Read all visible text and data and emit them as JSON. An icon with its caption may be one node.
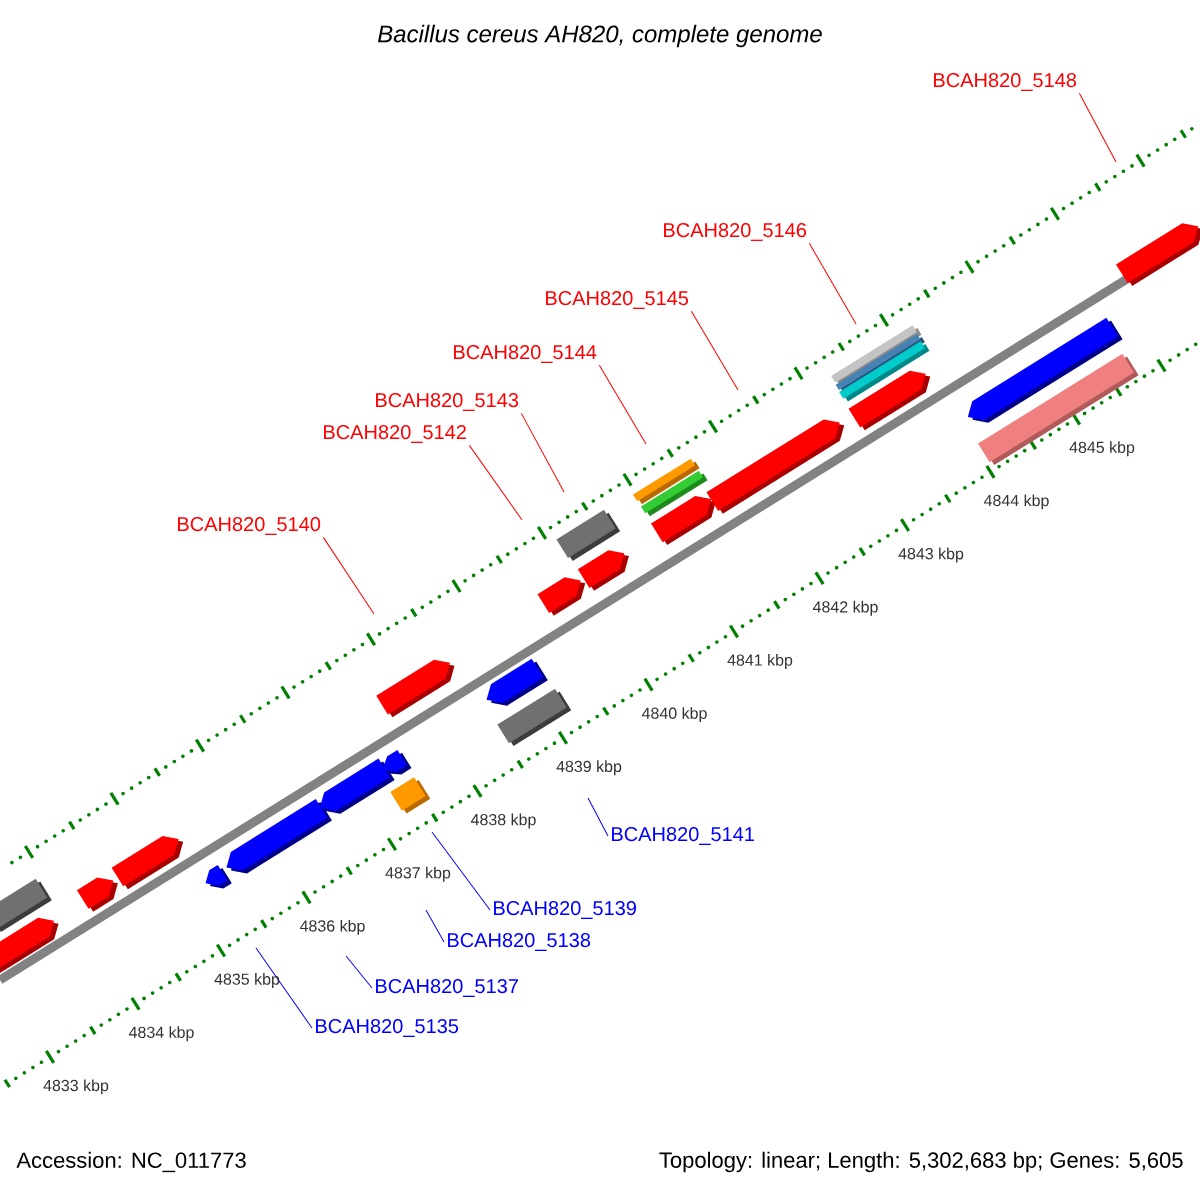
{
  "diagram": {
    "title": "Bacillus cereus AH820, complete genome",
    "nodes": [
      {
        "text": [
          "BCAH820_5148"
        ]
      },
      {
        "text": [
          "BCAH820_5146"
        ]
      },
      {
        "text": [
          "BCAH820_5145"
        ]
      },
      {
        "text": [
          "BCAH820_5144"
        ]
      },
      {
        "text": [
          "BCAH820_5143"
        ]
      },
      {
        "text": [
          "BCAH820_5142"
        ]
      },
      {
        "text": [
          "BCAH820_5140"
        ]
      },
      {
        "text": [
          "BCAH820_5141"
        ]
      },
      {
        "text": [
          "BCAH820_5139"
        ]
      },
      {
        "text": [
          "BCAH820_5138"
        ]
      },
      {
        "text": [
          "BCAH820_5137"
        ]
      },
      {
        "text": [
          "BCAH820_5135"
        ]
      }
    ],
    "edges": [
      {
        "from": 0,
        "to": null,
        "arrow": "none"
      },
      {
        "from": 1,
        "to": null,
        "arrow": "none"
      },
      {
        "from": 2,
        "to": null,
        "arrow": "none"
      },
      {
        "from": 3,
        "to": null,
        "arrow": "none"
      },
      {
        "from": 4,
        "to": null,
        "arrow": "none"
      },
      {
        "from": 5,
        "to": null,
        "arrow": "none"
      },
      {
        "from": 6,
        "to": null,
        "arrow": "none"
      },
      {
        "from": 7,
        "to": null,
        "arrow": "none",
        "color": "#0000ff"
      },
      {
        "from": 8,
        "to": null,
        "arrow": "none",
        "color": "#0000ff"
      },
      {
        "from": 9,
        "to": null,
        "arrow": "none",
        "color": "#0000ff"
      },
      {
        "from": 10,
        "to": null,
        "arrow": "none",
        "color": "#0000ff"
      },
      {
        "from": 11,
        "to": null,
        "arrow": "none",
        "color": "#0000ff"
      }
    ],
    "labels": [
      "4845 kbp",
      "4844 kbp",
      "4843 kbp",
      "4842 kbp",
      "4841 kbp",
      "4840 kbp",
      "4839 kbp",
      "4838 kbp",
      "4837 kbp",
      "4836 kbp",
      "4835 kbp",
      "4834 kbp",
      "4833 kbp",
      "Accession: NC_011773",
      "Topology: linear; Length: 5,302,683 bp; Genes: 5,605"
    ]
  }
}
